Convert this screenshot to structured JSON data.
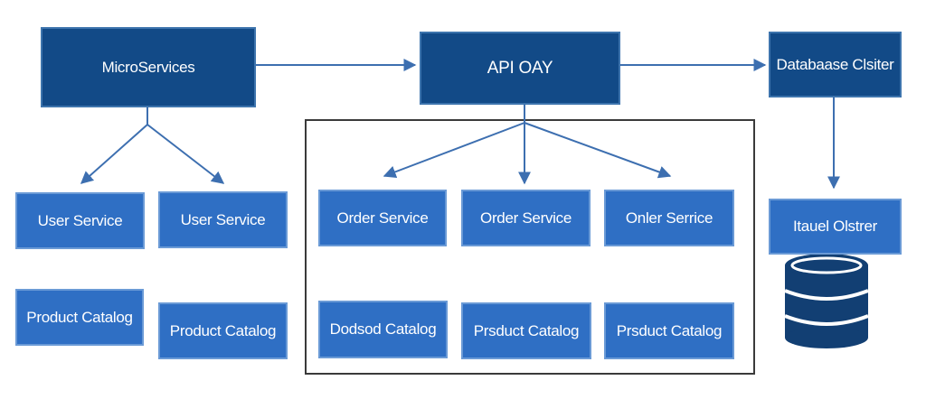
{
  "colors": {
    "dark_box": "#124a87",
    "light_box": "#2f6fc4",
    "arrow": "#3d6fb0",
    "group_border": "#3a3a3a",
    "database_icon": "#123f73"
  },
  "nodes": {
    "microservices": "MicroServices",
    "api_gateway": "API OAY",
    "database_cluster": "Databaase Clsiter",
    "user_service_1": "User Service",
    "user_service_2": "User Service",
    "product_catalog_1": "Product Catalog",
    "product_catalog_2": "Product Catalog",
    "order_service_1": "Order Service",
    "order_service_2": "Order Service",
    "order_service_3": "Onler Serrice",
    "product_catalog_3": "Dodsod Catalog",
    "product_catalog_4": "Prsduct Catalog",
    "product_catalog_5": "Prsduct Catalog",
    "cluster_box": "Itauel Olstrer"
  },
  "icons": {
    "database": "database-cylinder-icon"
  }
}
